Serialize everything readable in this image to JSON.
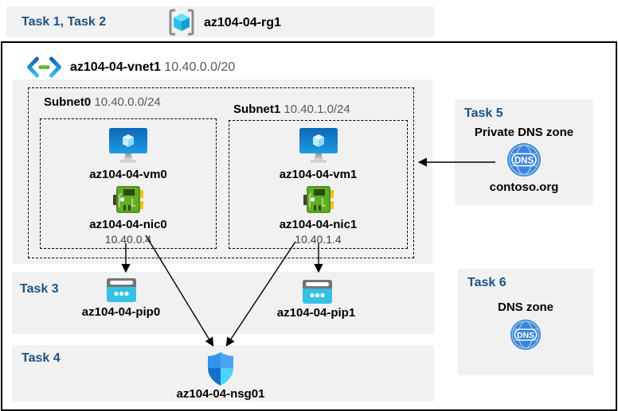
{
  "header": {
    "tasks": "Task 1, Task 2",
    "resource_group": "az104-04-rg1"
  },
  "vnet": {
    "name": "az104-04-vnet1",
    "cidr": "10.40.0.0/20"
  },
  "subnets": [
    {
      "name": "Subnet0",
      "cidr": "10.40.0.0/24",
      "vm": "az104-04-vm0",
      "nic": "az104-04-nic0",
      "ip": "10.40.0.4"
    },
    {
      "name": "Subnet1",
      "cidr": "10.40.1.0/24",
      "vm": "az104-04-vm1",
      "nic": "az104-04-nic1",
      "ip": "10.40.1.4"
    }
  ],
  "task3": {
    "label": "Task 3",
    "pip0": "az104-04-pip0",
    "pip1": "az104-04-pip1"
  },
  "task4": {
    "label": "Task 4",
    "nsg": "az104-04-nsg01"
  },
  "task5": {
    "label": "Task 5",
    "title": "Private DNS zone",
    "zone": "contoso.org",
    "icon_text": "DNS"
  },
  "task6": {
    "label": "Task 6",
    "title": "DNS zone",
    "icon_text": "DNS"
  },
  "colors": {
    "task_blue": "#1f5381",
    "band_gray": "#f1f1f1",
    "muted_text": "#595959",
    "azure_blue": "#0d68b8",
    "cyan": "#35c1e6",
    "nic_green": "#61ad25",
    "dns_blue": "#3c86d8"
  }
}
